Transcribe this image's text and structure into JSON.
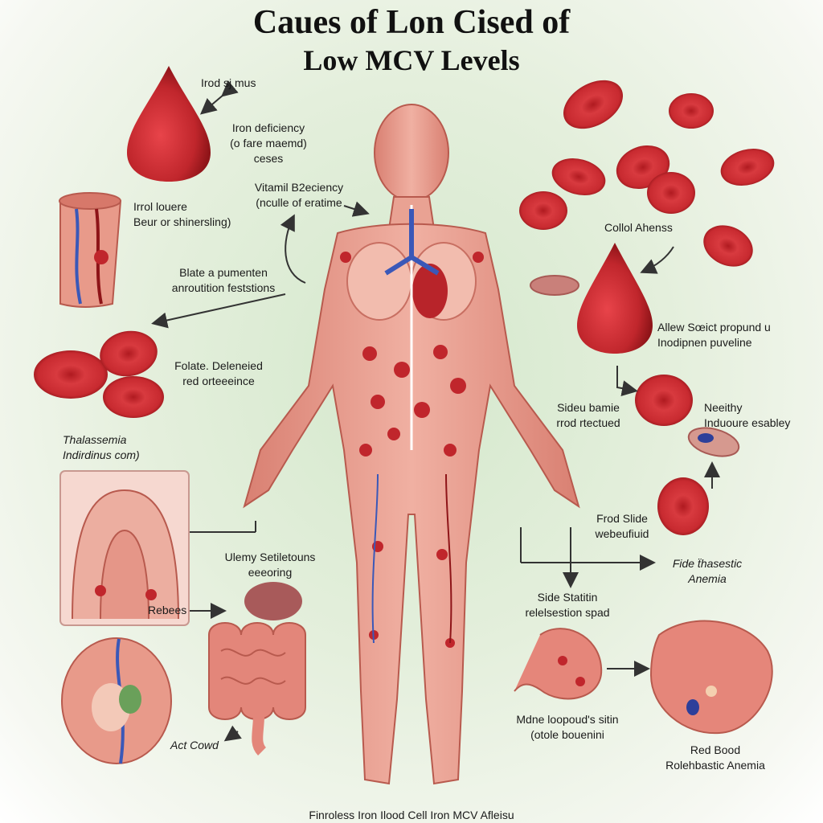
{
  "title": {
    "line1": "Caues of Lon Cised of",
    "line2": "Low MCV Levels"
  },
  "labels": {
    "irod_sj_mus": "Irod sj mus",
    "iron_deficiency": [
      "Iron deficiency",
      "(o fare maemd)",
      "ceses"
    ],
    "vitamin_b2": [
      "Vitamil B2eciency",
      "(nculle of eratime"
    ],
    "irol_louere": [
      "Irrol louere",
      "Beur or shinersling)"
    ],
    "blate_pumenten": [
      "Blate a pumenten",
      "anroutition feststions"
    ],
    "folate_deleneied": [
      "Folate. Deleneied",
      "red orteeeince"
    ],
    "thalassemia": [
      "Thalassemia",
      "Indirdinus com)"
    ],
    "ulemy": [
      "Ulemy Setiletouns",
      "eeeoring"
    ],
    "rebees": "Rebees",
    "act_cowd": "Act Cowd",
    "collol_ahenss": "Collol Ahenss",
    "allew_spict": [
      "Allew Sœict propund u",
      "Inodipnen puveline"
    ],
    "sideu_bamie": [
      "Sideu bamie",
      "rrod rtectued"
    ],
    "neeithy": [
      "Neeithy",
      "Induoure esabley"
    ],
    "frod_slide": [
      "Frod Slide",
      "webeufiuid"
    ],
    "fide_hasestic": [
      "Fide ẗhasestic",
      "Anemia"
    ],
    "side_statitin": [
      "Side Statitin",
      "relelsestion spad"
    ],
    "mdne_loopoud": [
      "Mdne loopoud's sitin",
      "(otole bouenini"
    ],
    "red_bood": [
      "Red Bood",
      "Rolehbastic Anemia"
    ]
  },
  "footer": "Finroless Iron Ilood Cell  Iron MCV Afleisu",
  "colors": {
    "blood": "#c0262c",
    "blood_dark": "#8e1418",
    "skin": "#e9a293",
    "skin_dark": "#c86f62",
    "vein": "#3a58b8",
    "arrow": "#333333"
  }
}
